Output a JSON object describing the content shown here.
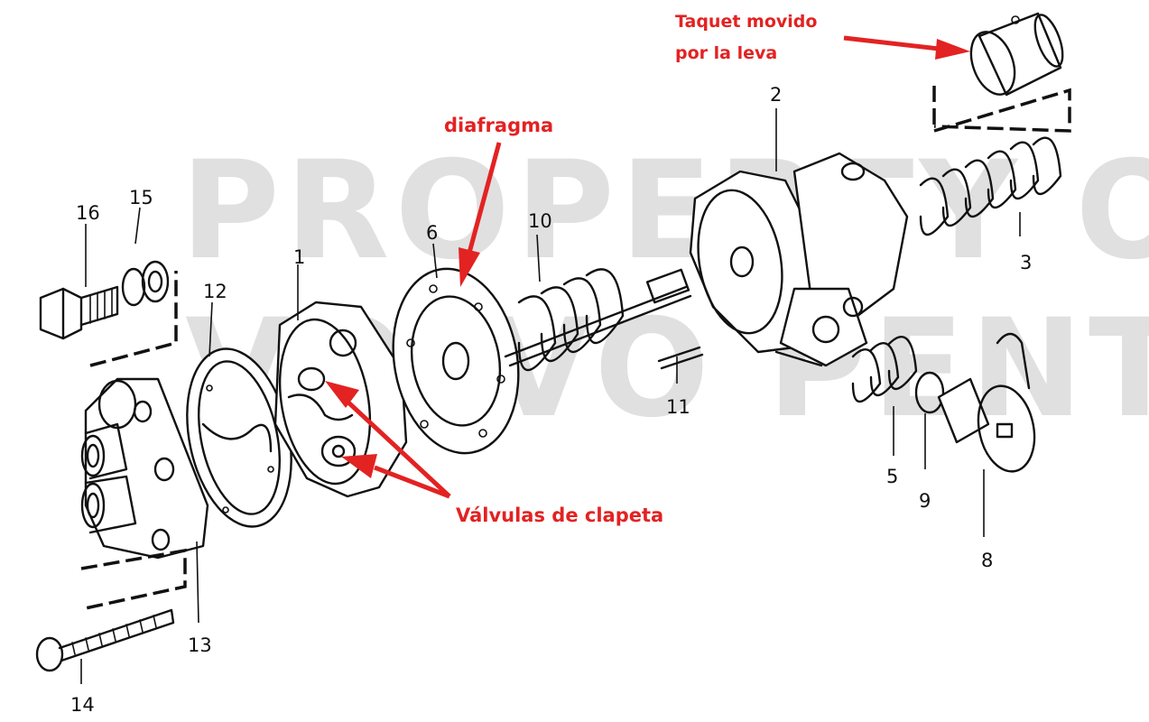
{
  "watermark": {
    "line1": "PROPERTY OF",
    "line2": "VOLVO PENTA"
  },
  "annotations": {
    "taquet_line1": "Taquet movido",
    "taquet_line2": "por la leva",
    "diafragma": "diafragma",
    "valvulas": "Válvulas de clapeta"
  },
  "part_numbers": [
    "1",
    "2",
    "3",
    "5",
    "6",
    "8",
    "9",
    "10",
    "11",
    "12",
    "13",
    "14",
    "15",
    "16"
  ],
  "colors": {
    "annotation": "#e32222",
    "line_art": "#111111",
    "watermark": "#d6d6d6"
  }
}
